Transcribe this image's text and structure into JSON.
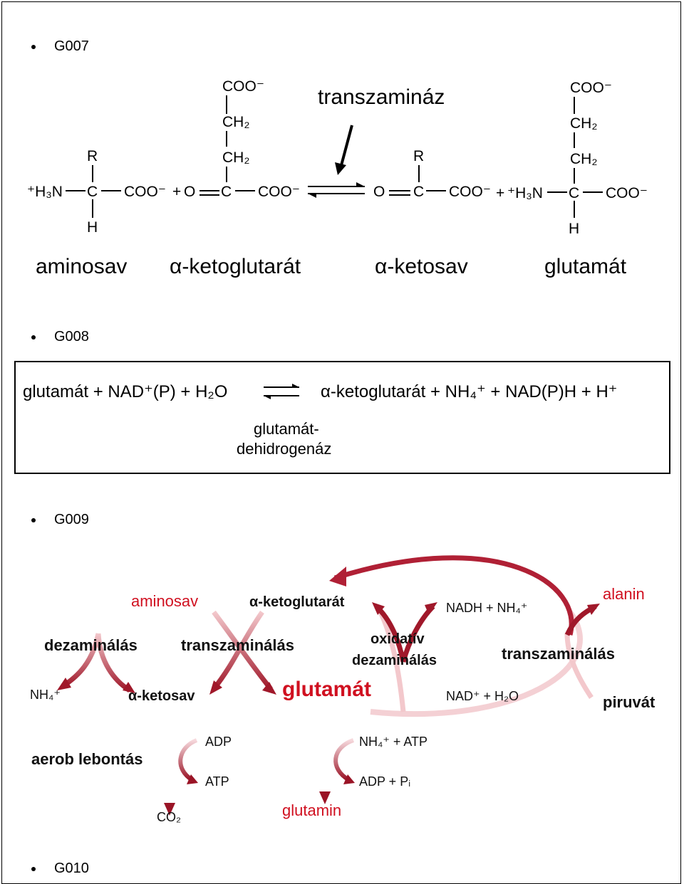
{
  "bullets": [
    {
      "label": "G007"
    },
    {
      "label": "G008"
    },
    {
      "label": "G009"
    },
    {
      "label": "G010"
    }
  ],
  "g007": {
    "enzyme": "transzamináz",
    "coo_minus": "COO⁻",
    "ch2": "CH₂",
    "r": "R",
    "h": "H",
    "h3n_plus": "⁺H₃N",
    "c": "C",
    "o": "O",
    "plus": "+",
    "names": [
      "aminosav",
      "α-ketoglutarát",
      "α-ketosav",
      "glutamát"
    ]
  },
  "g008": {
    "left": "glutamát + NAD⁺(P) + H₂O",
    "right": "α-ketoglutarát + NH₄⁺ + NAD(P)H + H⁺",
    "enzyme_line1": "glutamát-",
    "enzyme_line2": "dehidrogenáz"
  },
  "g009": {
    "aminosav": "aminosav",
    "ketoglutarat": "α-ketoglutarát",
    "nadh": "NADH + NH₄⁺",
    "alanin": "alanin",
    "dezaminalas": "dezaminálás",
    "transzaminalas_left": "transzaminálás",
    "oxidativ1": "oxidatív",
    "oxidativ2": "dezaminálás",
    "transzaminalas_right": "transzaminálás",
    "nh4": "NH₄⁺",
    "ketosav": "α-ketosav",
    "glutamat": "glutamát",
    "nad": "NAD⁺ + H₂O",
    "piruvat": "piruvát",
    "adp": "ADP",
    "aerob": "aerob lebontás",
    "atp": "ATP",
    "nh4_atp": "NH₄⁺ + ATP",
    "adp_pi": "ADP + Pᵢ",
    "co2": "CO₂",
    "glutamin": "glutamin"
  },
  "colors": {
    "red_text": "#d01020",
    "arrow_dark": "#a0182a",
    "arrow_light": "#f3c8cc"
  }
}
